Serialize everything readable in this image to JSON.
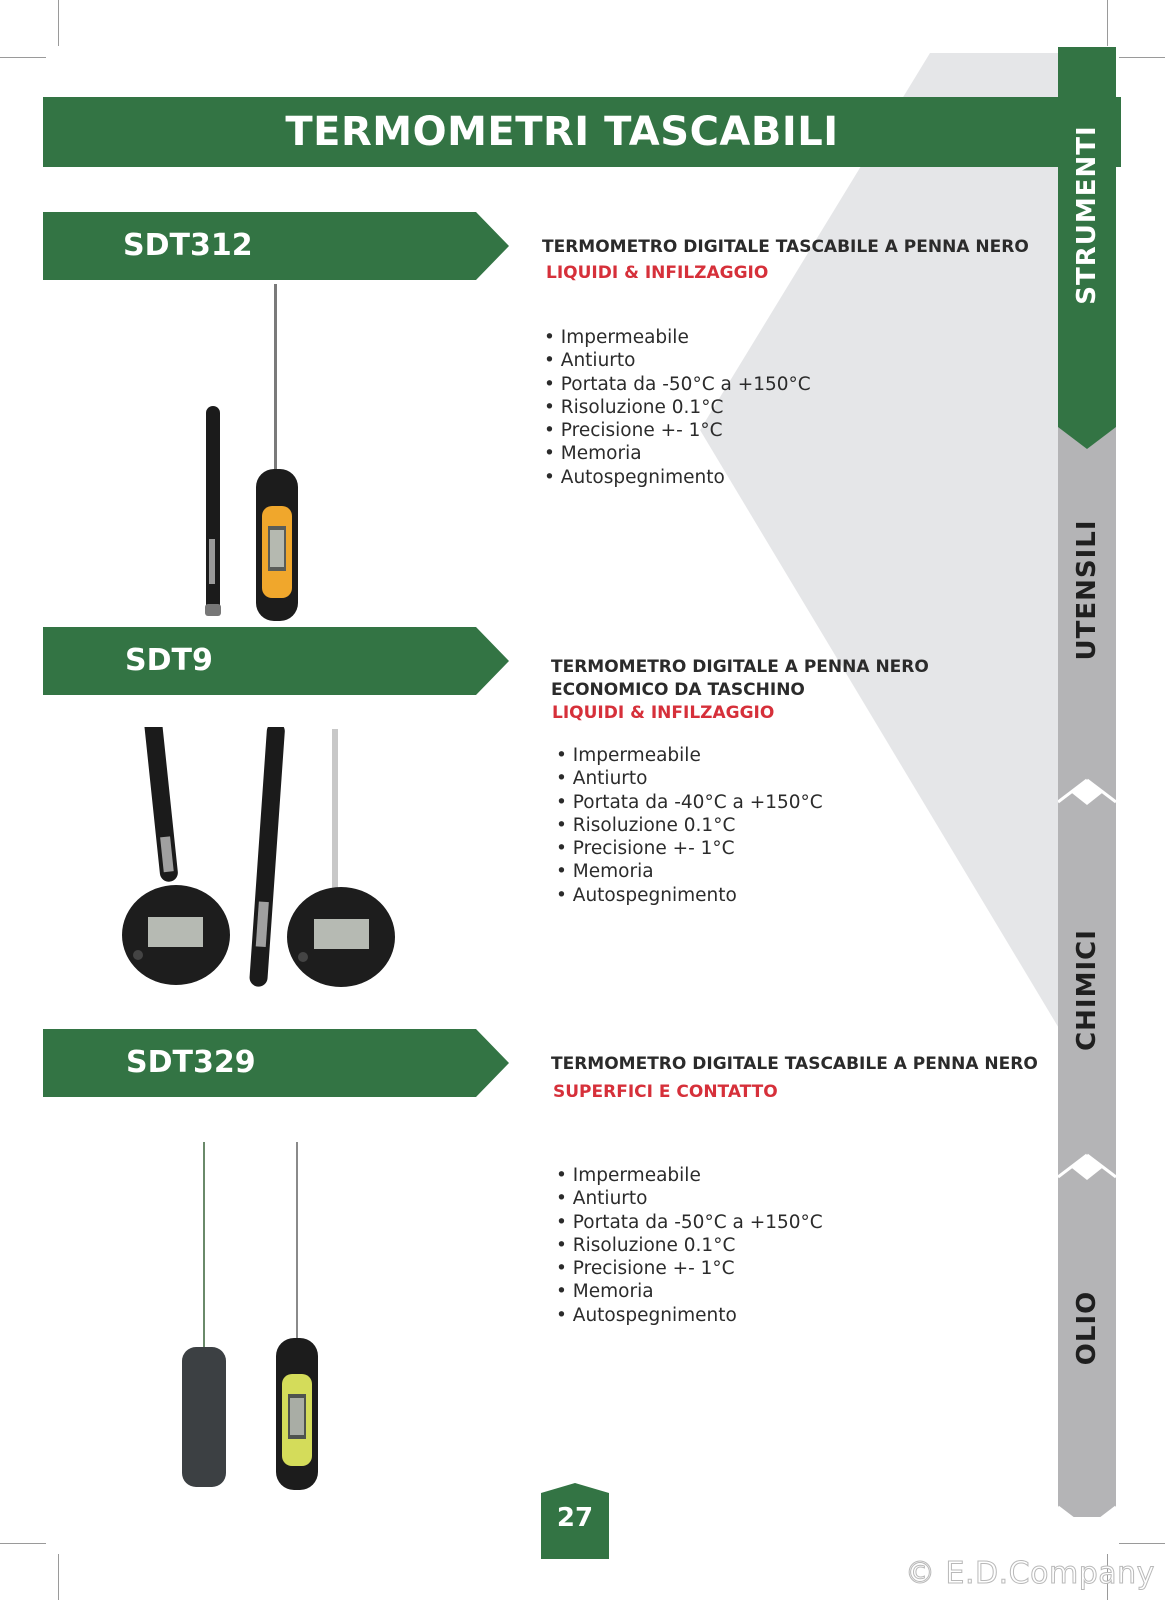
{
  "page_title": "TERMOMETRI TASCABILI",
  "side_tabs": [
    {
      "label": "STRUMENTI",
      "active": true
    },
    {
      "label": "UTENSILI",
      "active": false
    },
    {
      "label": "CHIMICI",
      "active": false
    },
    {
      "label": "OLIO",
      "active": false
    }
  ],
  "products": [
    {
      "model": "SDT312",
      "title": "TERMOMETRO DIGITALE TASCABILE A PENNA NERO",
      "category": "LIQUIDI & INFILZAGGIO",
      "features": [
        "Impermeabile",
        "Antiurto",
        "Portata da -50°C a +150°C",
        "Risoluzione 0.1°C",
        "Precisione +- 1°C",
        "Memoria",
        "Autospegnimento"
      ]
    },
    {
      "model": "SDT9",
      "title": "TERMOMETRO DIGITALE A PENNA NERO ECONOMICO DA TASCHINO",
      "category": "LIQUIDI & INFILZAGGIO",
      "features": [
        "Impermeabile",
        "Antiurto",
        "Portata da -40°C a +150°C",
        "Risoluzione 0.1°C",
        "Precisione +- 1°C",
        "Memoria",
        "Autospegnimento"
      ]
    },
    {
      "model": "SDT329",
      "title": "TERMOMETRO DIGITALE TASCABILE A PENNA NERO",
      "category": "SUPERFICI E CONTATTO",
      "features": [
        "Impermeabile",
        "Antiurto",
        "Portata da -50°C a +150°C",
        "Risoluzione 0.1°C",
        "Precisione +- 1°C",
        "Memoria",
        "Autospegnimento"
      ]
    }
  ],
  "page_number": "27",
  "watermark": "© E.D.Company",
  "colors": {
    "brand_green": "#337444",
    "accent_red": "#d6303a",
    "tab_grey": "#b4b4b6",
    "wedge_grey": "#e5e6e8"
  }
}
